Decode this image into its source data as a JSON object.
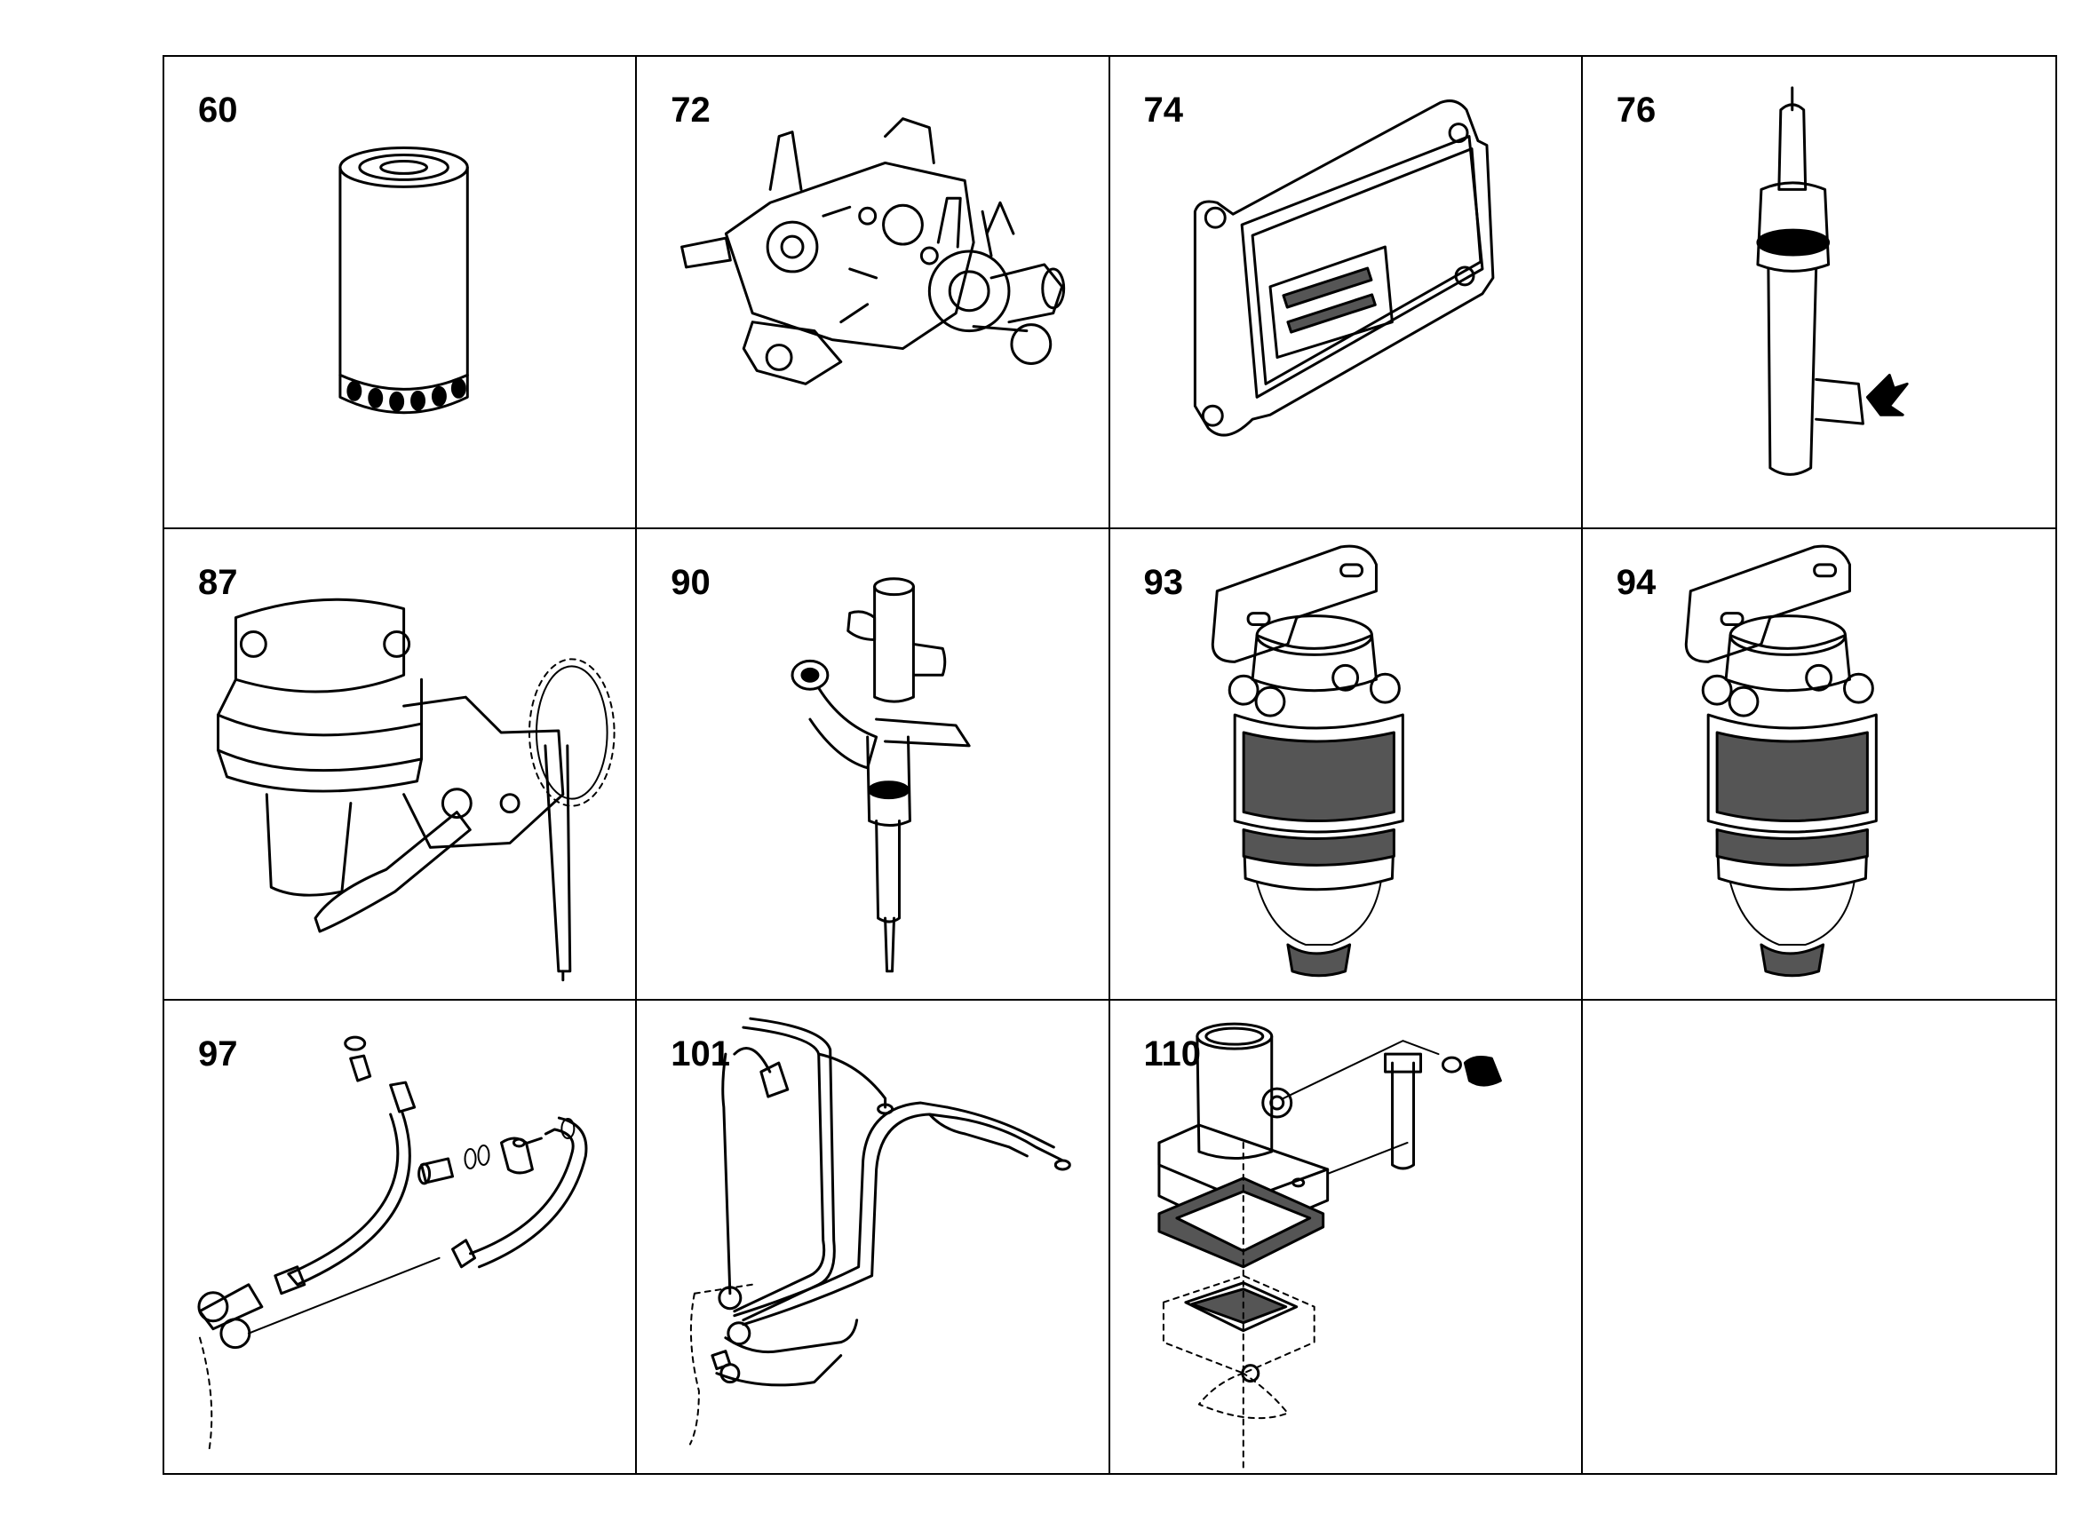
{
  "parts": [
    {
      "number": "60",
      "icon": "oil-filter-icon"
    },
    {
      "number": "72",
      "icon": "injection-pump-icon"
    },
    {
      "number": "74",
      "icon": "ecu-module-icon"
    },
    {
      "number": "76",
      "icon": "heater-plug-icon"
    },
    {
      "number": "87",
      "icon": "lift-pump-icon"
    },
    {
      "number": "90",
      "icon": "injector-icon"
    },
    {
      "number": "93",
      "icon": "fuel-filter-icon"
    },
    {
      "number": "94",
      "icon": "fuel-filter-icon"
    },
    {
      "number": "97",
      "icon": "fuel-hose-icon"
    },
    {
      "number": "101",
      "icon": "fuel-pipes-icon"
    },
    {
      "number": "110",
      "icon": "thermostat-housing-icon"
    }
  ]
}
